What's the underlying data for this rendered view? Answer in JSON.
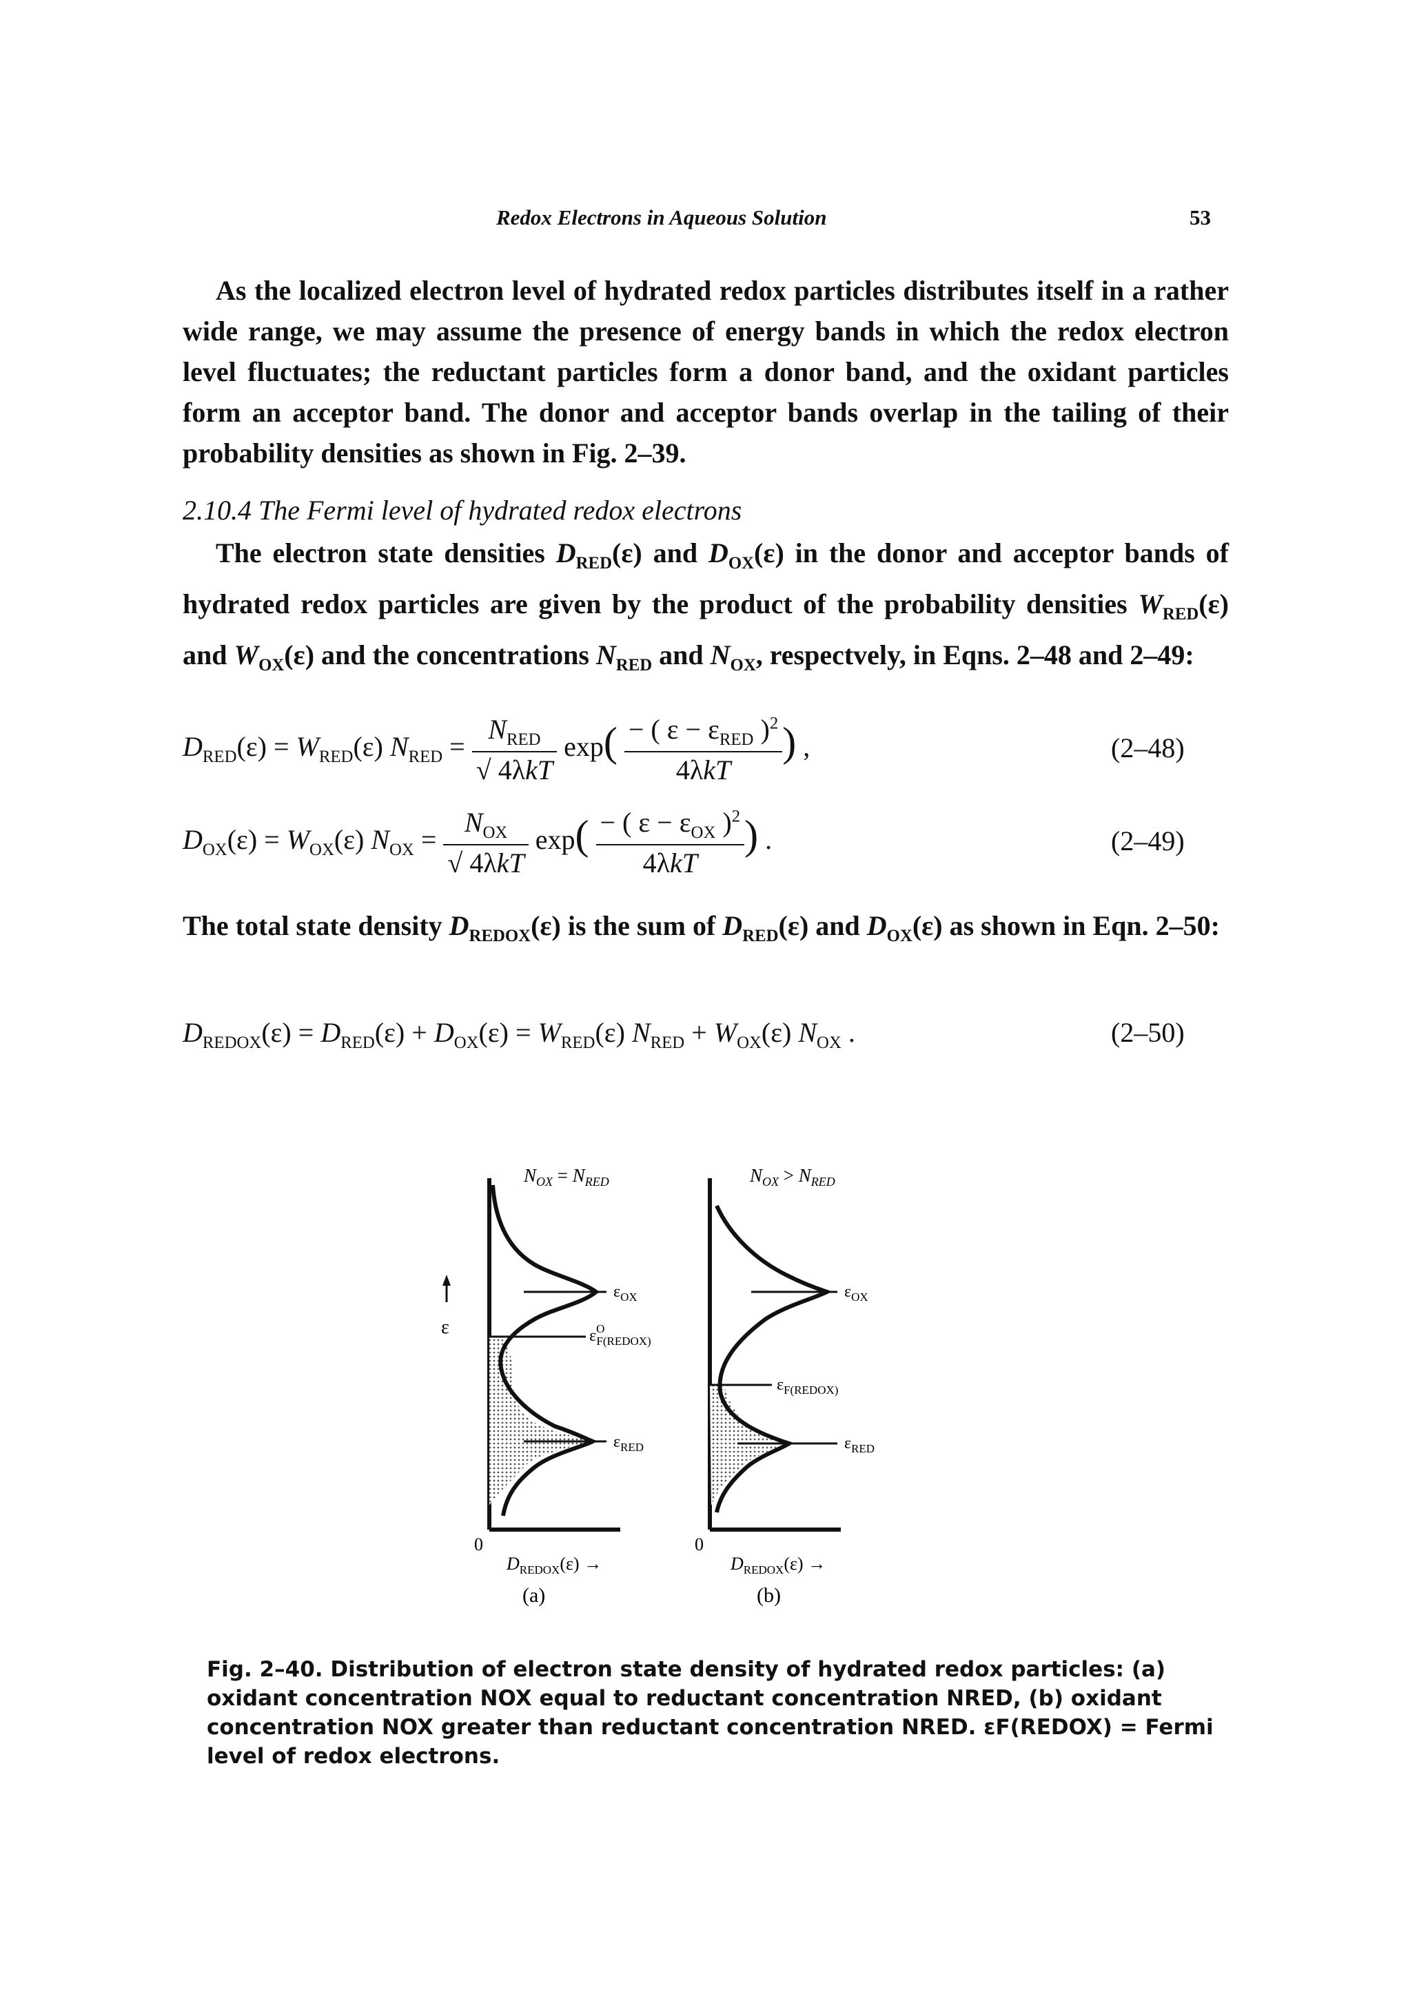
{
  "header": {
    "running_title": "Redox Electrons in Aqueous Solution",
    "page_number": "53"
  },
  "paragraphs": {
    "p1": "As the localized electron level of hydrated redox particles distributes itself in a rather wide range, we may assume the presence of energy bands in which the redox electron level fluctuates; the reductant particles form a donor band, and the oxidant particles form an acceptor band. The donor and acceptor bands overlap in the tailing of their probability densities as shown in Fig. 2–39.",
    "p2_part1": "The electron state densities ",
    "p2_part2": " and ",
    "p2_part3": " in the donor and acceptor bands of hydrated redox particles are given by the product of the probability densities ",
    "p2_part4": " and ",
    "p2_part5": " and the concentrations ",
    "p2_part6": " and ",
    "p2_part7": ", respectvely, in Eqns. 2–48 and 2–49:",
    "p3_part1": "The total state density ",
    "p3_part2": " is the sum of ",
    "p3_part3": " and ",
    "p3_part4": " as shown in Eqn. 2–50:"
  },
  "section": {
    "heading": "2.10.4 The Fermi level of hydrated redox electrons"
  },
  "equations": {
    "eq248_label": "(2–48)",
    "eq249_label": "(2–49)",
    "eq250_label": "(2–50)"
  },
  "figure": {
    "panel_a": {
      "title": "NOX = NRED",
      "label": "(a)",
      "levels": [
        "εOX",
        "ε°F(REDOX)",
        "εRED"
      ],
      "x_axis": "DREDOX(ε) →",
      "origin": "0"
    },
    "panel_b": {
      "title": "NOX > NRED",
      "label": "(b)",
      "levels": [
        "εOX",
        "εF(REDOX)",
        "εRED"
      ],
      "x_axis": "DREDOX(ε) →",
      "origin": "0"
    },
    "y_axis": "ε",
    "caption_prefix": "Fig. 2–40.",
    "caption_text": "Distribution of electron state density of hydrated redox particles: (a) oxidant concentration NOX equal to reductant concentration NRED, (b) oxidant concentration NOX greater than reductant concentration NRED. εF(REDOX) = Fermi level of redox electrons."
  }
}
